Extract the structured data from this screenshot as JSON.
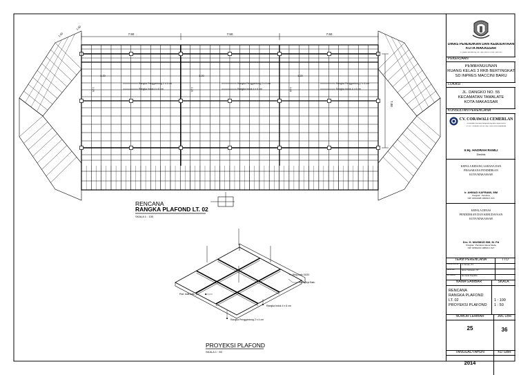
{
  "drawing": {
    "plan_title_1": "RENCANA",
    "plan_title_2": "RANGKA PLAFOND LT. 02",
    "plan_scale": "SKALA    1   :   100",
    "proj_title": "PROYEKSI PLAFOND",
    "proj_scale": "SKALA    1   :   50",
    "dims_top": [
      "7.50",
      "7.50",
      "7.50"
    ],
    "dim_eave_1": "1.50",
    "dim_eave_2": "1.00",
    "dim_right": "7.00",
    "dim_small": "1.20",
    "dim_side": "1.20",
    "note_1": "Rangka Penggantung 2 x 4 cm",
    "note_2": "Rangka Induk 4 x 6 cm",
    "proj_labels": {
      "ring_balk": "Ring balk 15/20",
      "list_tepi": "Klem Tepi Balu",
      "plat_balk": "Plat. balk balk",
      "rangka_induk": "Rangka Induk 4 x 6 cm",
      "rangka_penggantung": "Rangka Penggantung 2 x 4 cm"
    }
  },
  "titleblock": {
    "agency_1": "DINAS PENDIDIKAN DAN KEBUDAYAAN",
    "agency_2": "KOTA MAKASSAR",
    "agency_addr": "Jl. Letjen Hertasning No. Telp. 880-675 Fax. 880-665",
    "pekerjaan_label": "PEKERJAAN",
    "project_1": "PEMBANGUNAN",
    "project_2": "RUANG KELAS 3 RKB BERTINGKAT",
    "project_3": "SD INPRES MACCINI BARU",
    "lokasi_label": "LOKASI",
    "loc_1": "JL. DANGKO NO. 55",
    "loc_2": "KECAMATAN TAMALATE",
    "loc_3": "KOTA MAKASSAR",
    "konsultan_label": "KONSULTAN PERENCANA",
    "firm_name": "CV. CORAWALI CEMERLAN",
    "firm_sub_1": "Consultan Architect Engineering and Supervision",
    "firm_sub_2": "Jl. A.P. Pettarani No.43 Telp. 0411-4563 Makassar",
    "director_name": "Ir.Hj. HADRAH RAMLI",
    "director_title": "Direktris",
    "kabid_1": "KEPALA BIDANG SARANA DAN",
    "kabid_2": "PRASARANA PENDIDIKAN",
    "kabid_3": "KOTA MAKASSAR",
    "kabid_name": "Ir. AHMAD KAFRAWI, MM",
    "kabid_rank": "Pangkat : Pembina",
    "kabid_nip": "NIP. 19641028 199003 1 016",
    "kadis_1": "KEPALA DINAS",
    "kadis_2": "PENDIDIKAN DAN KEBUDAYAAN",
    "kadis_3": "KOTA MAKASSAR",
    "kadis_name": "Drs. H. MAHMUD BM, M. Pd",
    "kadis_rank": "Pangkat : Pembina Utama Muda",
    "kadis_nip": "NIP. 19581231 198601 1 027",
    "team_label": "TEAM PERENCANA",
    "ttd_label": "TTD",
    "team": [
      {
        "role": "KONSTRUKSI",
        "name": "Ir. Firman, ST"
      },
      {
        "role": "ARSITEK",
        "name": "Ikwan Setiawan, ST"
      },
      {
        "role": "ESTIMASI",
        "name": "Iko Cipta Nugraha"
      }
    ],
    "nama_gambar_label": "NAMA GAMBAR",
    "skala_label": "SKALA",
    "gambar_1": "RENCANA",
    "gambar_2": "RANGKA PLAFOND",
    "gambar_3": "LT. 02",
    "gambar_4": "PROYEKSI PLAFOND",
    "skala_1": "1 : 100",
    "skala_2": "1 : 50",
    "nomor_label": "NOMOR LEMBAR",
    "jml_label": "JML LBR",
    "nomor": "25",
    "jml": "36",
    "tanggal_label": "TANGGAL/TAHUN",
    "kdgbr_label": "KD GBR",
    "tahun": "2014"
  }
}
